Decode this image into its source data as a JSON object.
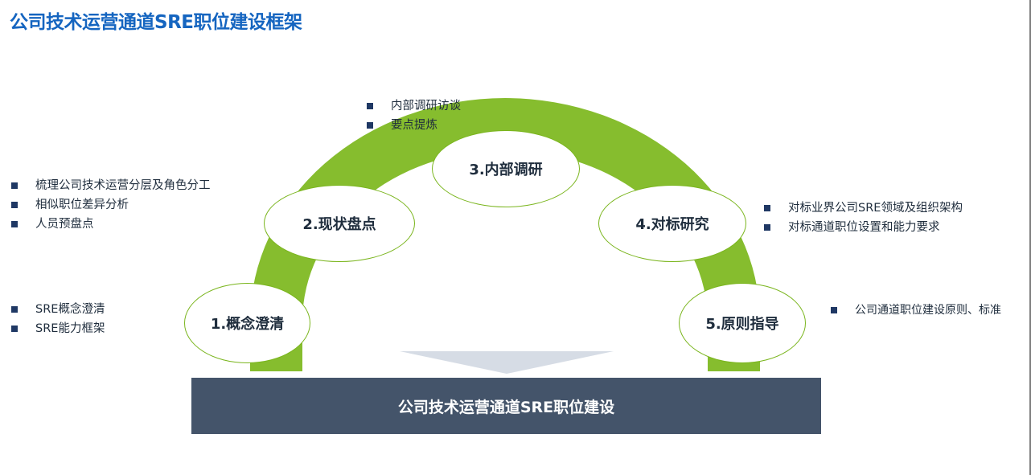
{
  "title": "公司技术运营通道SRE职位建设框架",
  "colors": {
    "title": "#1565c0",
    "arch": "#86bd2e",
    "node_border": "#7ab51d",
    "base_bar": "#44546a",
    "bullet": "#1f3864",
    "arrow": "#d6dce5"
  },
  "steps": [
    {
      "label": "1.概念澄清",
      "bullets": [
        "SRE概念澄清",
        "SRE能力框架"
      ]
    },
    {
      "label": "2.现状盘点",
      "bullets": [
        "梳理公司技术运营分层及角色分工",
        "相似职位差异分析",
        "人员预盘点"
      ]
    },
    {
      "label": "3.内部调研",
      "bullets": [
        "内部调研访谈",
        "要点提炼"
      ]
    },
    {
      "label": "4.对标研究",
      "bullets": [
        "对标业界公司SRE领域及组织架构",
        "对标通道职位设置和能力要求"
      ]
    },
    {
      "label": "5.原则指导",
      "bullets": [
        "公司通道职位建设原则、标准"
      ]
    }
  ],
  "base": {
    "label": "公司技术运营通道SRE职位建设"
  },
  "icons": {
    "bullet": "square-bullet-icon",
    "arrow": "down-arrow-icon"
  }
}
